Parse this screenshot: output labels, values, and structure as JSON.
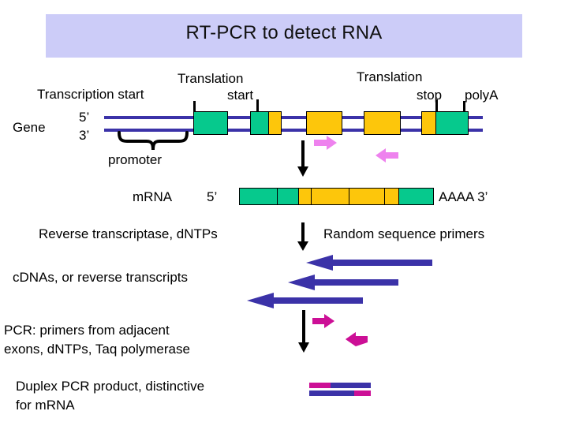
{
  "title": {
    "text": "RT-PCR to detect RNA",
    "background": "#ccccf8"
  },
  "colors": {
    "exon_coding": "#fdc60b",
    "exon_utr": "#06c98d",
    "dna_backbone": "#3b32a8",
    "cdna_arrow": "#3b32a8",
    "primer_arrow_light": "#ee82ee",
    "primer_arrow_dark": "#cc0f96",
    "duplex_primer": "#cc0f96",
    "duplex_strand": "#3b32a8",
    "tick": "#000000"
  },
  "gene_map": {
    "row_label": "Gene",
    "strand_top": "5’",
    "strand_bottom": "3’",
    "promoter_label": "promoter",
    "annotations": [
      {
        "id": "transcription-start",
        "label": "Transcription start"
      },
      {
        "id": "translation-start",
        "label_line1": "Translation",
        "label_line2": "start"
      },
      {
        "id": "translation-stop",
        "label_line1": "Translation",
        "label_line2": "stop"
      },
      {
        "id": "polya",
        "label": "polyA"
      }
    ],
    "exons": [
      {
        "index": 1,
        "type": "utr"
      },
      {
        "index": 2,
        "type": "utr"
      },
      {
        "index": 2,
        "type": "coding"
      },
      {
        "index": 3,
        "type": "coding"
      },
      {
        "index": 4,
        "type": "coding"
      },
      {
        "index": 5,
        "type": "coding"
      },
      {
        "index": 5,
        "type": "utr"
      }
    ]
  },
  "mrna": {
    "row_label": "mRNA",
    "five_prime": "5’",
    "three_prime": "AAAA 3’",
    "segments": [
      "utr",
      "utr",
      "coding",
      "coding",
      "coding",
      "coding",
      "utr"
    ]
  },
  "steps": {
    "reverse_transcription": {
      "left_label": "Reverse transcriptase, dNTPs",
      "right_label": "Random sequence primers"
    },
    "cdna": {
      "label": "cDNAs, or reverse transcripts",
      "arrow_count": 3
    },
    "pcr": {
      "label_line1": "PCR: primers from adjacent",
      "label_line2": "exons, dNTPs, Taq polymerase"
    },
    "product": {
      "label_line1": "Duplex PCR product, distinctive",
      "label_line2": "for mRNA"
    }
  }
}
